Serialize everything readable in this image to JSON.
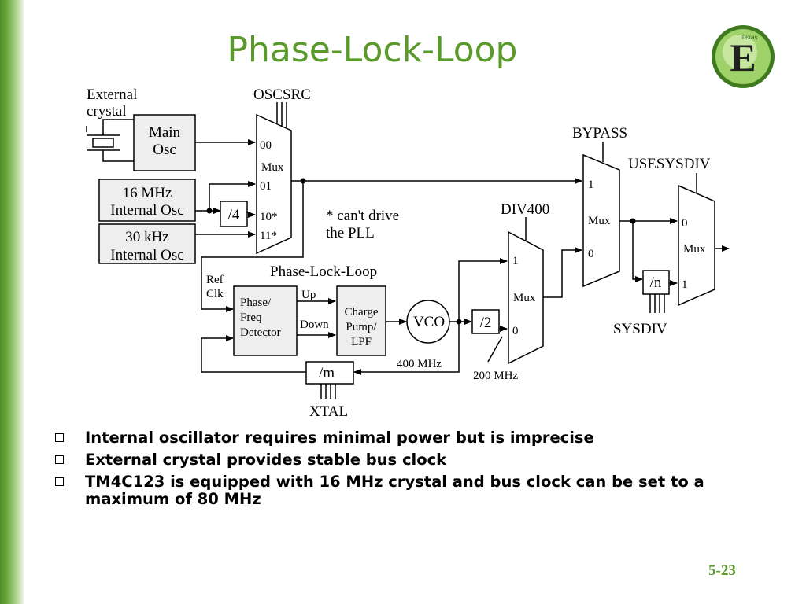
{
  "slide": {
    "title": "Phase-Lock-Loop",
    "page_number": "5-23",
    "logo_letter": "E",
    "logo_small_text": "Texas"
  },
  "diagram": {
    "external_crystal_line1": "External",
    "external_crystal_line2": "crystal",
    "main_osc_line1": "Main",
    "main_osc_line2": "Osc",
    "osc16_line1": "16 MHz",
    "osc16_line2": "Internal Osc",
    "osc30_line1": "30 kHz",
    "osc30_line2": "Internal Osc",
    "div4": "/4",
    "oscsrc": "OSCSRC",
    "mux1_in0": "00",
    "mux1_label": "Mux",
    "mux1_in1": "01",
    "mux1_in2": "10*",
    "mux1_in3": "11*",
    "note_line1": "* can't drive",
    "note_line2": "the PLL",
    "pll_title": "Phase-Lock-Loop",
    "ref_clk_line1": "Ref",
    "ref_clk_line2": "Clk",
    "pfd_line1": "Phase/",
    "pfd_line2": "Freq",
    "pfd_line3": "Detector",
    "up": "Up",
    "down": "Down",
    "cp_line1": "Charge",
    "cp_line2": "Pump/",
    "cp_line3": "LPF",
    "vco": "VCO",
    "freq400": "400 MHz",
    "divm": "/m",
    "xtal": "XTAL",
    "div2": "/2",
    "freq200": "200 MHz",
    "div400": "DIV400",
    "mux2_in1": "1",
    "mux2_label": "Mux",
    "mux2_in0": "0",
    "bypass": "BYPASS",
    "mux3_in1": "1",
    "mux3_label": "Mux",
    "mux3_in0": "0",
    "usesysdiv": "USESYSDIV",
    "mux4_in0": "0",
    "mux4_label": "Mux",
    "mux4_in1": "1",
    "divn": "/n",
    "sysdiv": "SYSDIV"
  },
  "bullets": [
    "Internal oscillator requires minimal power but is imprecise",
    "External crystal provides stable bus clock",
    "TM4C123 is equipped with 16 MHz crystal and bus clock can be set to a maximum of 80 MHz"
  ]
}
